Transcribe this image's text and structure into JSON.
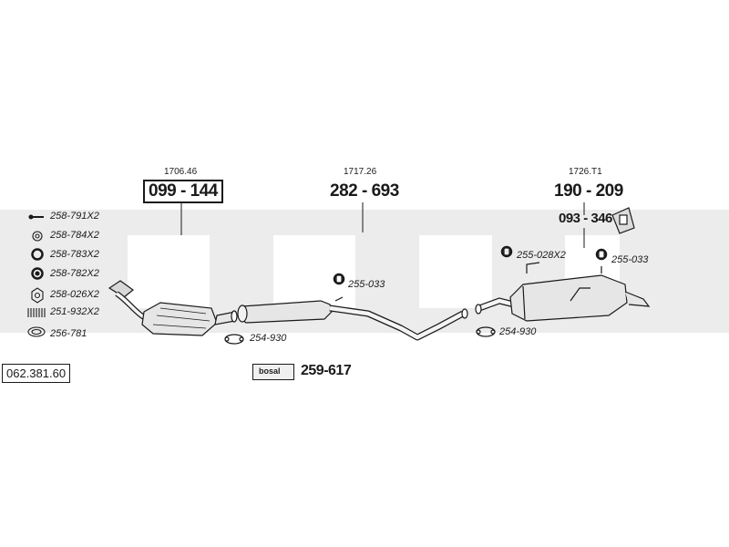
{
  "reference": "062.381.60",
  "brand": "bosal",
  "sections": [
    {
      "oem": "1706.46",
      "part": "099 - 144"
    },
    {
      "oem": "1717.26",
      "part": "282 - 693"
    },
    {
      "oem": "1726.T1",
      "part": "190 - 209"
    }
  ],
  "bracket_part": "093 - 346",
  "kit_part": "259-617",
  "fittings": [
    {
      "label": "258-791X2",
      "icon": "bolt-icon"
    },
    {
      "label": "258-784X2",
      "icon": "washer-icon"
    },
    {
      "label": "258-783X2",
      "icon": "ring-icon"
    },
    {
      "label": "258-782X2",
      "icon": "ring-icon"
    },
    {
      "label": "258-026X2",
      "icon": "nut-icon"
    },
    {
      "label": "251-932X2",
      "icon": "spring-icon"
    },
    {
      "label": "256-781",
      "icon": "gasket-icon"
    }
  ],
  "mount_labels": {
    "front_clamp": "254-930",
    "mid_hanger": "255-033",
    "rear_hangers": "255-028X2",
    "rear_hanger": "255-033",
    "rear_clamp": "254-930"
  },
  "colors": {
    "ink": "#1a1a1a",
    "watermark": "#ececec",
    "part_fill": "#e6e6e6"
  }
}
